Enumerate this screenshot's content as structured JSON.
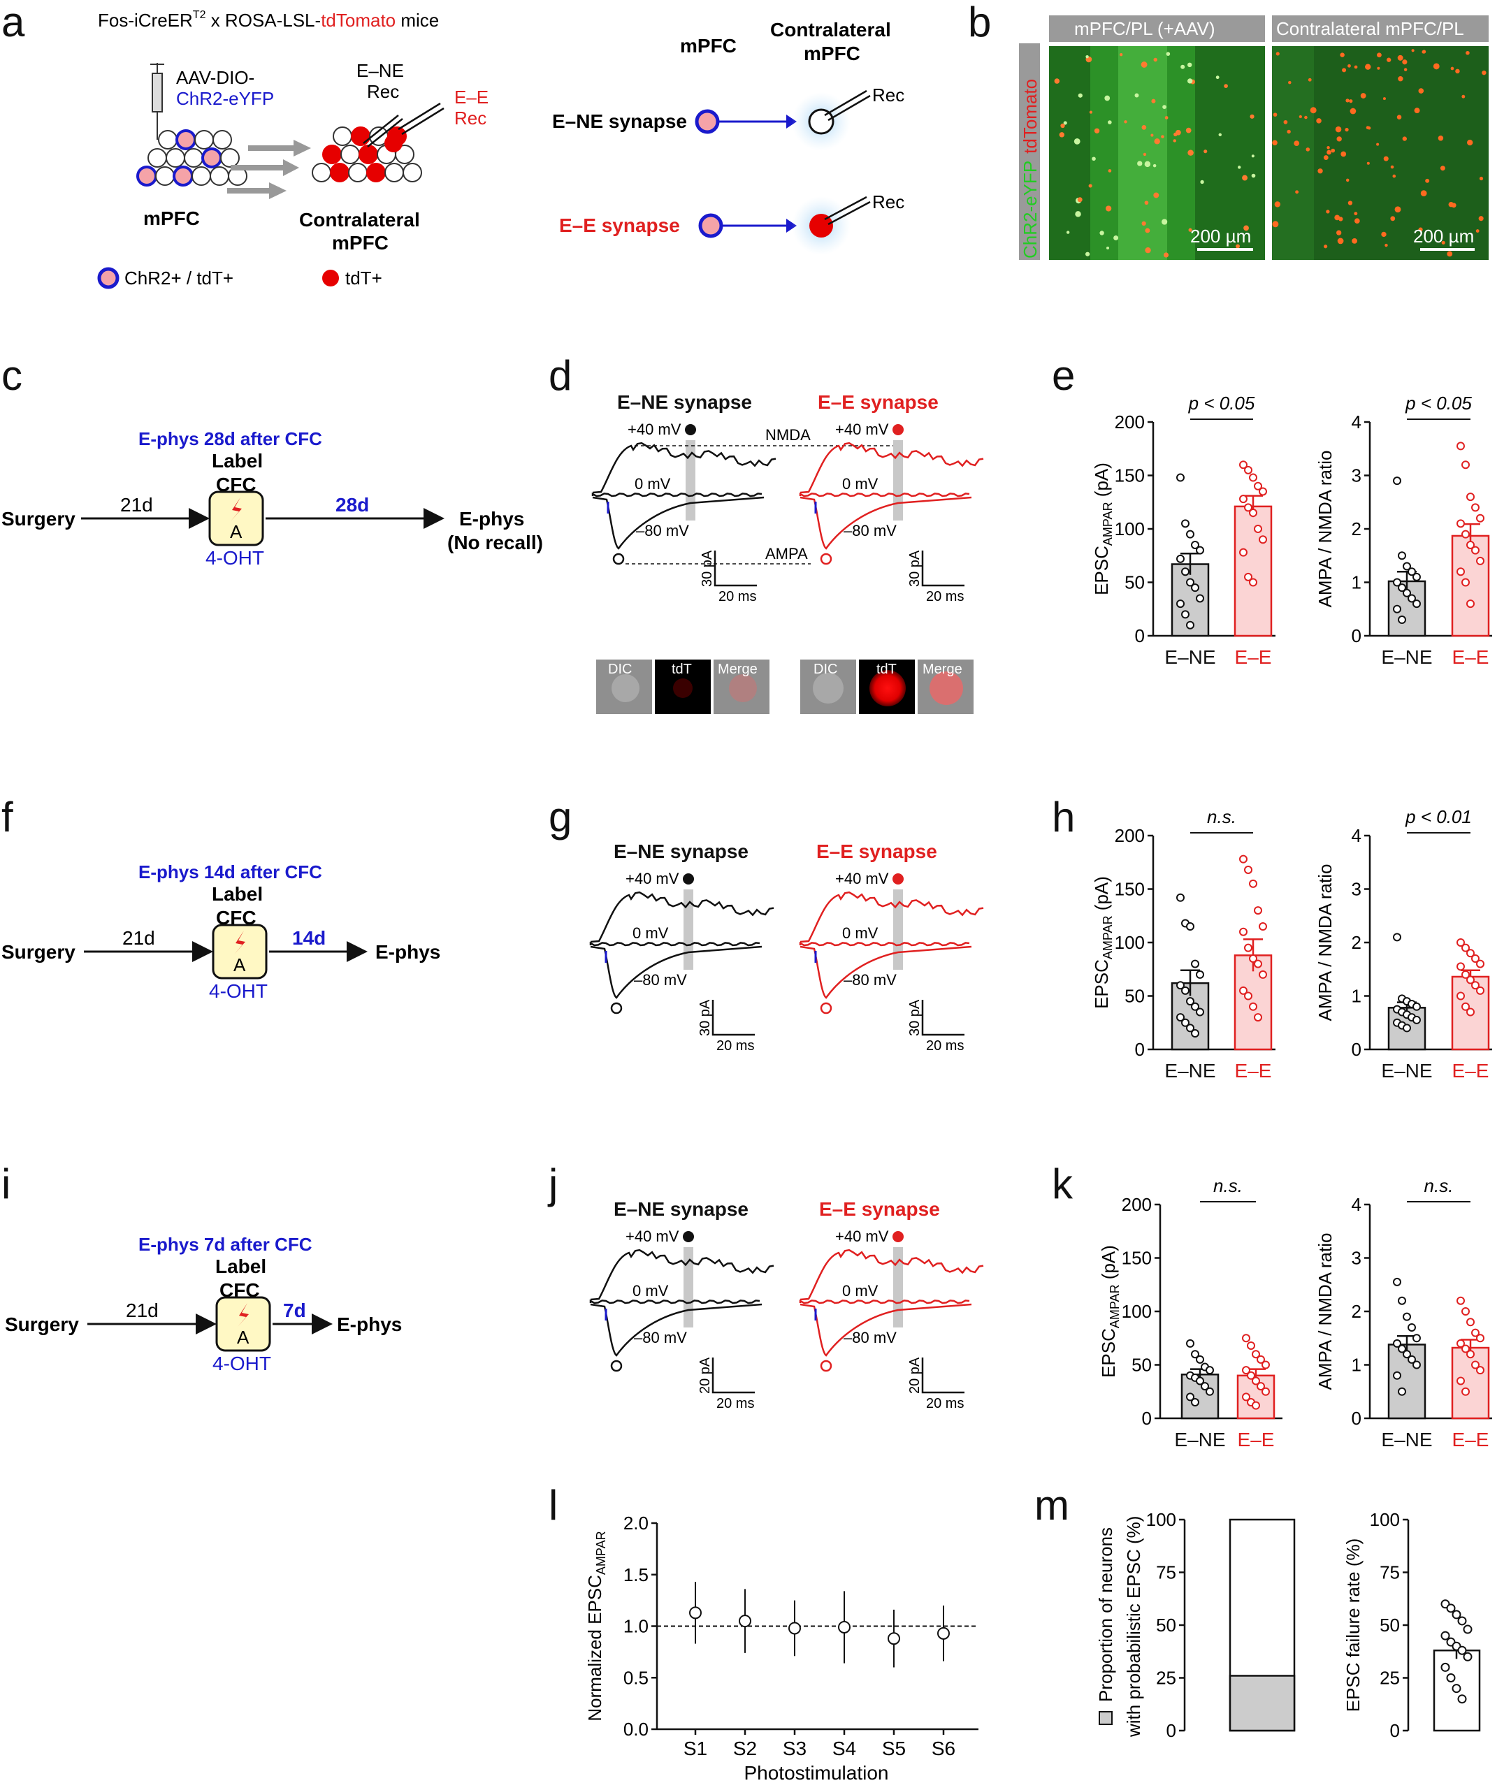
{
  "panels": {
    "a": "a",
    "b": "b",
    "c": "c",
    "d": "d",
    "e": "e",
    "f": "f",
    "g": "g",
    "h": "h",
    "i": "i",
    "j": "j",
    "k": "k",
    "l": "l",
    "m": "m"
  },
  "a": {
    "mice_prefix": "Fos-iCreER",
    "mice_sup": "T2",
    "mice_mid": " x ROSA-LSL-",
    "mice_red": "tdTomato",
    "mice_suffix": " mice",
    "aav_line1": "AAV-DIO-",
    "aav_line2": "ChR2-eYFP",
    "ene_rec_line1": "E–NE",
    "ene_rec_line2": "Rec",
    "ee_rec_line1": "E–E",
    "ee_rec_line2": "Rec",
    "mpfc": "mPFC",
    "contra_line1": "Contralateral",
    "contra_line2": "mPFC",
    "legend_chr2": "ChR2+ / tdT+",
    "legend_tdt": "tdT+",
    "diagram_mpfc": "mPFC",
    "diagram_contra_line1": "Contralateral",
    "diagram_contra_line2": "mPFC",
    "ene_synapse": "E–NE synapse",
    "ee_synapse": "E–E synapse",
    "rec": "Rec"
  },
  "b": {
    "left_title": "mPFC/PL (+AAV)",
    "right_title": "Contralateral mPFC/PL",
    "side_green": "ChR2-eYFP",
    "side_red": "tdTomato",
    "scale": "200 µm"
  },
  "timelines": [
    {
      "title": "E-phys 28d after CFC",
      "surgery": "Surgery",
      "d21": "21d",
      "label_line1": "Label",
      "label_line2": "CFC",
      "box": "A",
      "ohp": "4-OHT",
      "delay": "28d",
      "end_line1": "E-phys",
      "end_line2": "(No recall)"
    },
    {
      "title": "E-phys 14d after CFC",
      "surgery": "Surgery",
      "d21": "21d",
      "label_line1": "Label",
      "label_line2": "CFC",
      "box": "A",
      "ohp": "4-OHT",
      "delay": "14d",
      "end_line1": "E-phys",
      "end_line2": ""
    },
    {
      "title": "E-phys 7d after CFC",
      "surgery": "Surgery",
      "d21": "21d",
      "label_line1": "Label",
      "label_line2": "CFC",
      "box": "A",
      "ohp": "4-OHT",
      "delay": "7d",
      "end_line1": "E-phys",
      "end_line2": ""
    }
  ],
  "traces": {
    "ene_title": "E–NE synapse",
    "ee_title": "E–E synapse",
    "plus40": "+40 mV",
    "zero": "0 mV",
    "minus80": "–80 mV",
    "nmda": "NMDA",
    "ampa": "AMPA",
    "scale_time": "20 ms",
    "scale_amp_d": "30 pA",
    "scale_amp_g": "30 pA",
    "scale_amp_j": "20 pA",
    "dic": "DIC",
    "tdt": "tdT",
    "merge": "Merge"
  },
  "chart_data": [
    {
      "panel": "e-left",
      "type": "bar",
      "categories": [
        "E–NE",
        "E–E"
      ],
      "values": [
        67,
        121
      ],
      "sem": [
        10,
        10
      ],
      "ylabel": "EPSC",
      "ylabel_sub": "AMPAR",
      "ylabel_unit": " (pA)",
      "ylim": [
        0,
        200
      ],
      "yticks": [
        "0",
        "50",
        "100",
        "150",
        "200"
      ],
      "stat": "p < 0.05",
      "points": [
        [
          148,
          105,
          95,
          85,
          80,
          72,
          60,
          50,
          45,
          35,
          30,
          20,
          10
        ],
        [
          160,
          155,
          148,
          140,
          135,
          128,
          120,
          115,
          100,
          90,
          78,
          55,
          50
        ]
      ]
    },
    {
      "panel": "e-right",
      "type": "bar",
      "categories": [
        "E–NE",
        "E–E"
      ],
      "values": [
        1.02,
        1.87
      ],
      "sem": [
        0.18,
        0.22
      ],
      "ylabel": "AMPA / NMDA ratio",
      "ylim": [
        0,
        4
      ],
      "yticks": [
        "0",
        "1",
        "2",
        "3",
        "4"
      ],
      "stat": "p < 0.05",
      "points": [
        [
          2.9,
          1.5,
          1.3,
          1.2,
          1.1,
          1.0,
          0.9,
          0.8,
          0.7,
          0.6,
          0.5,
          0.3
        ],
        [
          3.55,
          3.2,
          2.6,
          2.4,
          2.2,
          2.1,
          1.9,
          1.7,
          1.6,
          1.4,
          1.2,
          1.0,
          0.6
        ]
      ]
    },
    {
      "panel": "h-left",
      "type": "bar",
      "categories": [
        "E–NE",
        "E–E"
      ],
      "values": [
        62,
        88
      ],
      "sem": [
        12,
        15
      ],
      "ylabel": "EPSC",
      "ylabel_sub": "AMPAR",
      "ylabel_unit": " (pA)",
      "ylim": [
        0,
        200
      ],
      "yticks": [
        "0",
        "50",
        "100",
        "150",
        "200"
      ],
      "stat": "n.s.",
      "points": [
        [
          142,
          118,
          115,
          80,
          70,
          60,
          55,
          45,
          40,
          35,
          30,
          25,
          20,
          15
        ],
        [
          178,
          168,
          155,
          130,
          115,
          110,
          95,
          85,
          80,
          70,
          55,
          50,
          40,
          30
        ]
      ]
    },
    {
      "panel": "h-right",
      "type": "bar",
      "categories": [
        "E–NE",
        "E–E"
      ],
      "values": [
        0.78,
        1.36
      ],
      "sem": [
        0.1,
        0.12
      ],
      "ylabel": "AMPA / NMDA ratio",
      "ylim": [
        0,
        4
      ],
      "yticks": [
        "0",
        "1",
        "2",
        "3",
        "4"
      ],
      "stat": "p < 0.01",
      "points": [
        [
          2.1,
          0.95,
          0.9,
          0.85,
          0.8,
          0.75,
          0.7,
          0.65,
          0.6,
          0.55,
          0.5,
          0.45,
          0.4
        ],
        [
          2.0,
          1.9,
          1.8,
          1.7,
          1.6,
          1.55,
          1.4,
          1.3,
          1.2,
          1.1,
          1.0,
          0.8,
          0.7
        ]
      ]
    },
    {
      "panel": "k-left",
      "type": "bar",
      "categories": [
        "E–NE",
        "E–E"
      ],
      "values": [
        41,
        40
      ],
      "sem": [
        5,
        6
      ],
      "ylabel": "EPSC",
      "ylabel_sub": "AMPAR",
      "ylabel_unit": " (pA)",
      "ylim": [
        0,
        200
      ],
      "yticks": [
        "0",
        "50",
        "100",
        "150",
        "200"
      ],
      "stat": "n.s.",
      "points": [
        [
          70,
          60,
          55,
          48,
          45,
          40,
          38,
          35,
          30,
          25,
          20,
          15
        ],
        [
          75,
          68,
          60,
          55,
          50,
          45,
          40,
          35,
          30,
          25,
          20,
          15,
          12
        ]
      ]
    },
    {
      "panel": "k-right",
      "type": "bar",
      "categories": [
        "E–NE",
        "E–E"
      ],
      "values": [
        1.38,
        1.32
      ],
      "sem": [
        0.16,
        0.15
      ],
      "ylabel": "AMPA / NMDA ratio",
      "ylim": [
        0,
        4
      ],
      "yticks": [
        "0",
        "1",
        "2",
        "3",
        "4"
      ],
      "stat": "n.s.",
      "points": [
        [
          2.55,
          2.2,
          1.9,
          1.7,
          1.5,
          1.4,
          1.3,
          1.2,
          1.1,
          1.0,
          0.8,
          0.5
        ],
        [
          2.2,
          2.0,
          1.8,
          1.6,
          1.5,
          1.4,
          1.3,
          1.2,
          1.0,
          0.9,
          0.7,
          0.5
        ]
      ]
    },
    {
      "panel": "l",
      "type": "scatter",
      "x": [
        "S1",
        "S2",
        "S3",
        "S4",
        "S5",
        "S6"
      ],
      "values": [
        1.13,
        1.05,
        0.98,
        0.99,
        0.88,
        0.93
      ],
      "err": [
        0.3,
        0.31,
        0.27,
        0.35,
        0.28,
        0.27
      ],
      "ylabel": "Normalized EPSC",
      "ylabel_sub": "AMPAR",
      "xlabel": "Photostimulation",
      "ylim": [
        0,
        2
      ],
      "yticks": [
        "0.0",
        "0.5",
        "1.0",
        "1.5",
        "2.0"
      ],
      "refline": 1.0
    },
    {
      "panel": "m-left",
      "type": "bar",
      "categories": [
        ""
      ],
      "values": [
        26
      ],
      "total": 100,
      "ylabel_line1": "Proportion of neurons",
      "ylabel_line2": "with probabilistic EPSC (%)",
      "ylim": [
        0,
        100
      ],
      "yticks": [
        "0",
        "25",
        "50",
        "75",
        "100"
      ]
    },
    {
      "panel": "m-right",
      "type": "bar",
      "categories": [
        ""
      ],
      "values": [
        38
      ],
      "sem": [
        4
      ],
      "ylabel": "EPSC failure rate (%)",
      "ylim": [
        0,
        100
      ],
      "yticks": [
        "0",
        "25",
        "50",
        "75",
        "100"
      ],
      "points": [
        [
          60,
          58,
          55,
          52,
          48,
          45,
          42,
          40,
          38,
          35,
          30,
          25,
          20,
          15
        ]
      ]
    }
  ],
  "colors": {
    "red": "#e02020",
    "blue": "#1a1acc",
    "grey_bar": "#cccccc",
    "pink_bar": "#fbd4d4",
    "pink_cell": "#f5a3a8"
  }
}
